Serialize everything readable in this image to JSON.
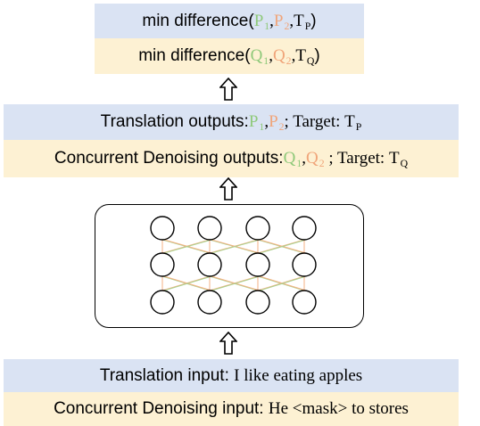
{
  "top": {
    "row1": {
      "prefix": "min difference(",
      "a": "P",
      "a_sub": "1",
      "sep1": " , ",
      "b": "P",
      "b_sub": "2",
      "sep2": " , ",
      "t": "T",
      "t_sub": "P",
      "suffix": ")"
    },
    "row2": {
      "prefix": "min difference(",
      "a": "Q",
      "a_sub": "1",
      "sep1": " , ",
      "b": "Q",
      "b_sub": "2",
      "sep2": " , ",
      "t": "T",
      "t_sub": "Q",
      "suffix": ")"
    }
  },
  "middle": {
    "translation": {
      "label": "Translation outputs: ",
      "a": "P",
      "a_sub": "1",
      "sep": " , ",
      "b": "P",
      "b_sub": "2",
      "target_label": "; Target: ",
      "t": "T",
      "t_sub": "P"
    },
    "denoising": {
      "label": "Concurrent Denoising outputs: ",
      "a": "Q",
      "a_sub": "1",
      "sep": " , ",
      "b": "Q",
      "b_sub": "2",
      "target_label": " ; Target: ",
      "t": "T",
      "t_sub": "Q"
    }
  },
  "bottom": {
    "translation_label": "Translation input: ",
    "translation_text": "I like eating apples",
    "denoising_label": "Concurrent Denoising input: ",
    "denoising_text": "He <mask> to stores"
  },
  "colors": {
    "blue_fill": "#dae3f3",
    "yellow_fill": "#fdf1d3",
    "green_text": "#8fc97a",
    "orange_text": "#f0a57a",
    "edge_orange": "#f4b183",
    "edge_green": "#a9d18e"
  }
}
